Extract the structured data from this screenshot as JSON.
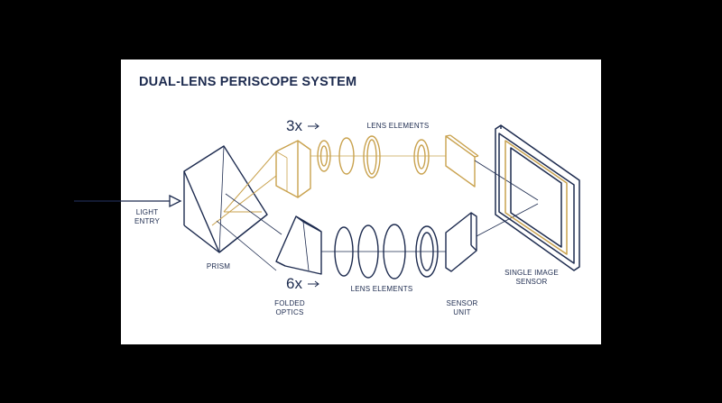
{
  "title": "DUAL-LENS PERISCOPE SYSTEM",
  "labels": {
    "zoom_3x": "3x",
    "zoom_6x": "6x",
    "lens_elements_top": "LENS ELEMENTS",
    "lens_elements_bottom": "LENS ELEMENTS",
    "light_entry_1": "LIGHT",
    "light_entry_2": "ENTRY",
    "prism": "PRISM",
    "folded_optics_1": "FOLDED",
    "folded_optics_2": "OPTICS",
    "sensor_unit_1": "SENSOR",
    "sensor_unit_2": "UNIT",
    "single_sensor_1": "SINGLE IMAGE",
    "single_sensor_2": "SENSOR"
  },
  "colors": {
    "background": "#000000",
    "card": "#ffffff",
    "navy": "#1d2b4f",
    "gold": "#c9a24e"
  }
}
